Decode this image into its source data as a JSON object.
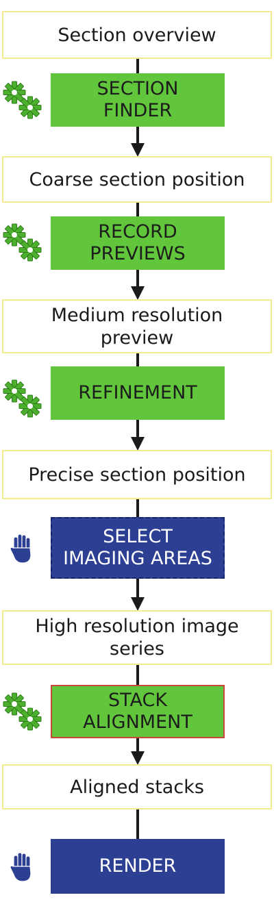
{
  "colors": {
    "automated_step": "#61c63c",
    "manual_step": "#2c3f93",
    "data_border": "#f2ec8e",
    "arrow": "#1a1a1a",
    "gear_icon": "#4caf2e",
    "hand_icon": "#2c3f93"
  },
  "steps": [
    {
      "kind": "data",
      "lines": [
        "Section overview"
      ]
    },
    {
      "kind": "process",
      "mode": "automated",
      "icon": "gears-icon",
      "lines": [
        "SECTION",
        "FINDER"
      ]
    },
    {
      "kind": "data",
      "lines": [
        "Coarse section position"
      ]
    },
    {
      "kind": "process",
      "mode": "automated",
      "icon": "gears-icon",
      "lines": [
        "RECORD",
        "PREVIEWS"
      ]
    },
    {
      "kind": "data",
      "lines": [
        "Medium resolution",
        "preview"
      ]
    },
    {
      "kind": "process",
      "mode": "automated",
      "icon": "gears-icon",
      "lines": [
        "REFINEMENT"
      ]
    },
    {
      "kind": "data",
      "lines": [
        "Precise section position"
      ]
    },
    {
      "kind": "process",
      "mode": "manual",
      "icon": "hand-icon",
      "lines": [
        "SELECT",
        "IMAGING AREAS"
      ]
    },
    {
      "kind": "data",
      "lines": [
        "High resolution image",
        "series"
      ]
    },
    {
      "kind": "process",
      "mode": "automated",
      "icon": "gears-icon",
      "lines": [
        "STACK",
        "ALIGNMENT"
      ]
    },
    {
      "kind": "data",
      "lines": [
        "Aligned stacks"
      ]
    },
    {
      "kind": "process",
      "mode": "manual",
      "icon": "hand-icon",
      "lines": [
        "RENDER"
      ]
    }
  ]
}
